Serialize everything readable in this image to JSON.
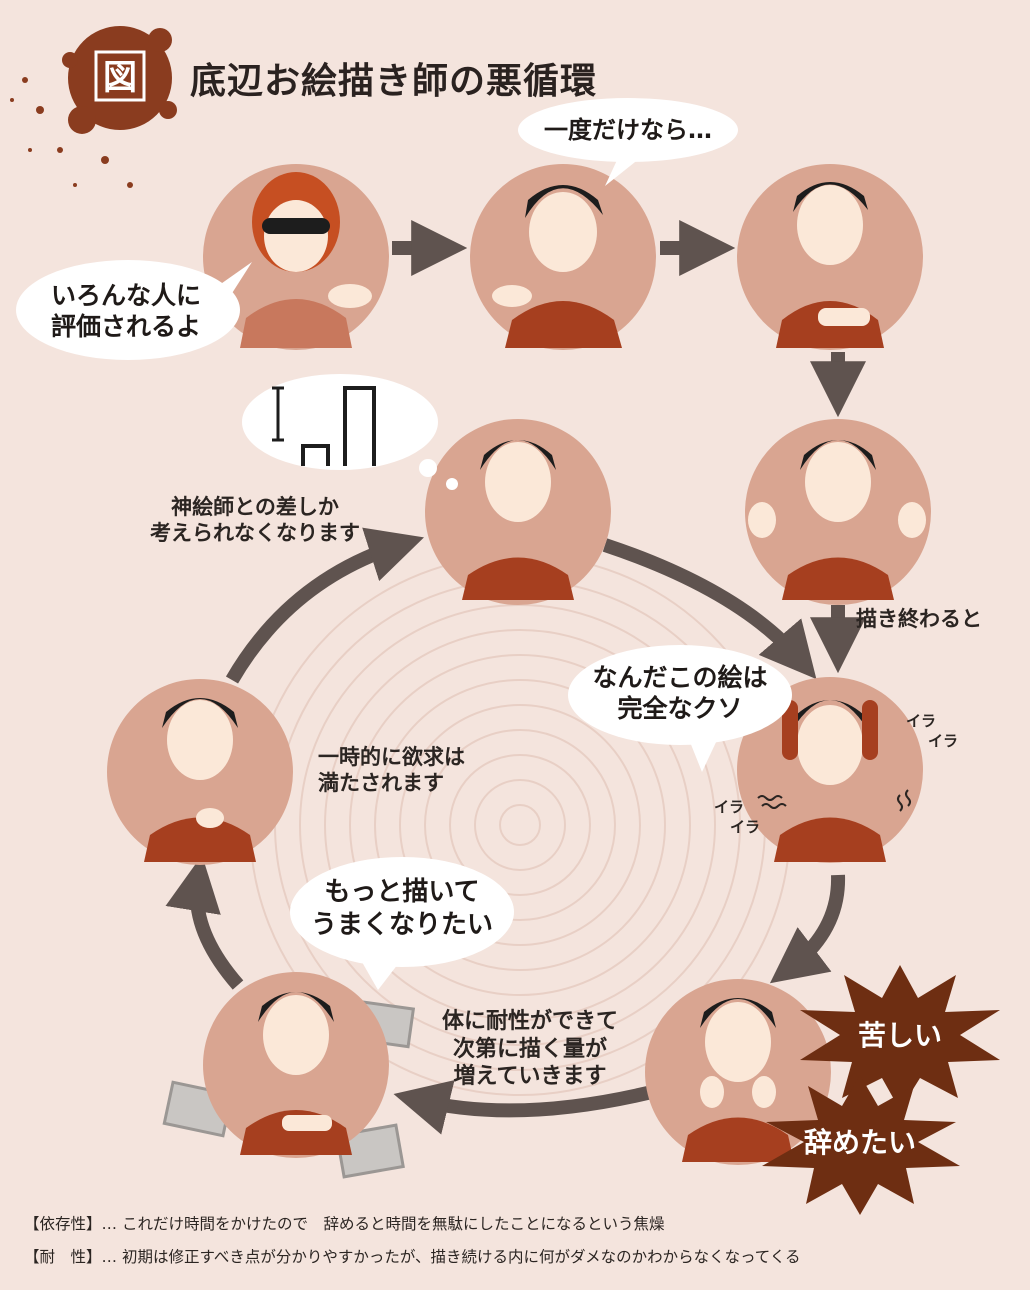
{
  "badge": "図",
  "title": "底辺お絵描き師の悪循環",
  "speech": {
    "once": "一度だけなら…",
    "evaluated": [
      "いろんな人に",
      "評価されるよ"
    ],
    "what_is_this": [
      "なんだこの絵は",
      "完全なクソ"
    ],
    "want_better": [
      "もっと描いて",
      "うまくなりたい"
    ]
  },
  "captions": {
    "compare": [
      "神絵師との差しか",
      "考えられなくなります"
    ],
    "after_drawing": "描き終わると",
    "satisfied": [
      "一時的に欲求は",
      "満たされます"
    ],
    "tolerance": [
      "体に耐性ができて",
      "次第に描く量が",
      "増えていきます"
    ]
  },
  "irritation": {
    "a": [
      "イラ",
      "イラ"
    ],
    "b": [
      "イラ",
      "イラ"
    ]
  },
  "stars": {
    "painful": "苦しい",
    "quit": "辞めたい"
  },
  "footer": {
    "dependence_key": "【依存性】",
    "dependence_text": "… これだけ時間をかけたので　辞めると時間を無駄にしたことになるという焦燥",
    "tolerance_key": "【耐　性】",
    "tolerance_text": "… 初期は修正すべき点が分かりやすかったが、描き続ける内に何がダメなのかわからなくなってくる"
  },
  "colors": {
    "background": "#f4e4dd",
    "circle": "#d9a591",
    "shirt": "#a63f1f",
    "arrow": "#5f534f",
    "star": "#6e2e12",
    "badge": "#8a3c1f"
  }
}
